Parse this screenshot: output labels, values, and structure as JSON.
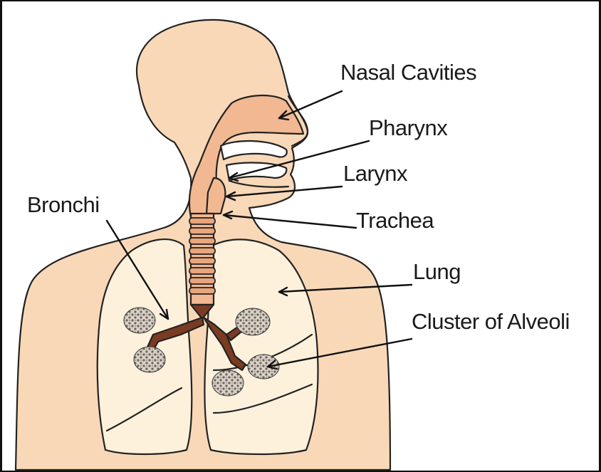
{
  "labels": {
    "nasal_cavities": "Nasal Cavities",
    "pharynx": "Pharynx",
    "larynx": "Larynx",
    "trachea": "Trachea",
    "bronchi": "Bronchi",
    "lung": "Lung",
    "alveoli": "Cluster of Alveoli"
  },
  "colors": {
    "skin": "#f9d8b8",
    "airway": "#f2b891",
    "lung": "#fdf1dc",
    "trachea_ring": "#e9a57c",
    "bronchi_dark": "#7a3b22",
    "outline": "#222222"
  }
}
